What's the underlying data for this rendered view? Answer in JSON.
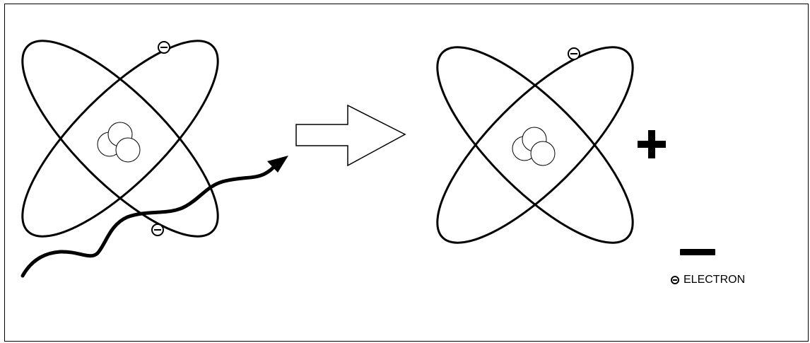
{
  "legend": {
    "symbol": "electron-symbol-icon",
    "label": "ELECTRON"
  },
  "colors": {
    "stroke": "#000000",
    "background": "#ffffff"
  },
  "diagram": {
    "left_atom": {
      "orbits": 2,
      "electrons": 2,
      "nucleus_particles": 3
    },
    "incoming_wave": "wavy-arrow",
    "process_arrow": "hollow-right-arrow",
    "right_atom": {
      "orbits": 2,
      "electrons": 1,
      "nucleus_particles": 3
    },
    "ion_charge_symbol": "+",
    "free_electron_symbol": "−"
  }
}
